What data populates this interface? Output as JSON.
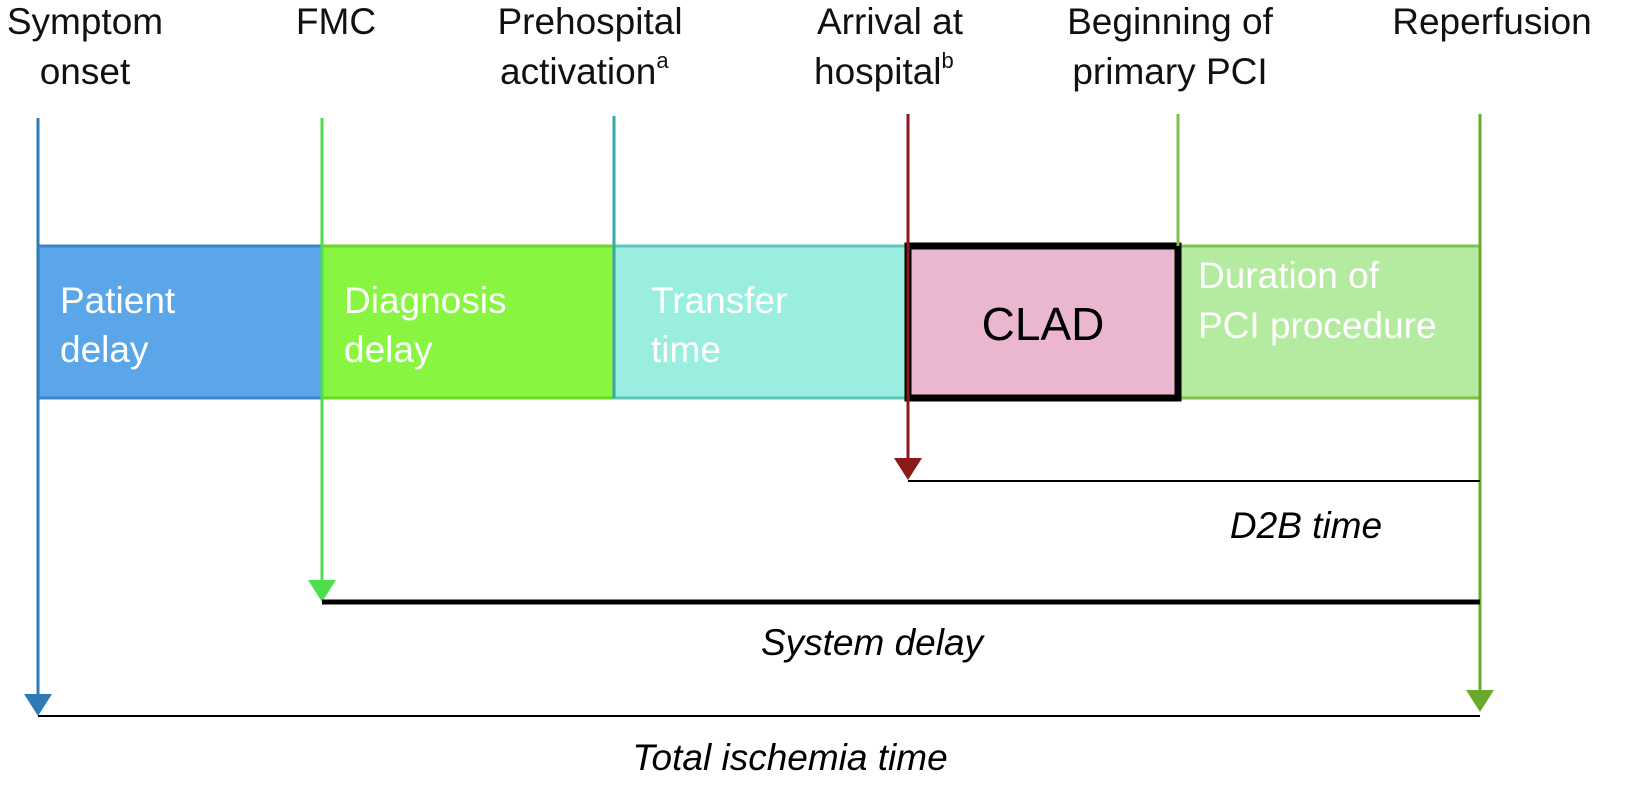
{
  "milestones": [
    {
      "id": "symptom-onset",
      "lines": [
        "Symptom",
        "onset"
      ],
      "sup": "",
      "color": "#2c7bb6"
    },
    {
      "id": "fmc",
      "lines": [
        "FMC"
      ],
      "sup": "",
      "color": "#4dde4d"
    },
    {
      "id": "prehospital-activation",
      "lines": [
        "Prehospital",
        "activation"
      ],
      "sup": "a",
      "color": "#3aa6a6"
    },
    {
      "id": "arrival-at-hospital",
      "lines": [
        "Arrival at",
        "hospital"
      ],
      "sup": "b",
      "color": "#8b1a1a"
    },
    {
      "id": "beginning-of-primary-pci",
      "lines": [
        "Beginning of",
        "primary PCI"
      ],
      "sup": "",
      "color": "#7cc24a"
    },
    {
      "id": "reperfusion",
      "lines": [
        "Reperfusion"
      ],
      "sup": "",
      "color": "#6aaa2a"
    }
  ],
  "segments": [
    {
      "id": "patient-delay",
      "lines": [
        "Patient",
        "delay"
      ],
      "fill": "#5aa6e8",
      "text_color": "#ffffff"
    },
    {
      "id": "diagnosis-delay",
      "lines": [
        "Diagnosis",
        "delay"
      ],
      "fill": "#88f540",
      "text_color": "#ffffff"
    },
    {
      "id": "transfer-time",
      "lines": [
        "Transfer",
        "time"
      ],
      "fill": "#99eee0",
      "text_color": "#ffffff"
    },
    {
      "id": "clad",
      "lines": [
        "CLAD"
      ],
      "fill": "#ebb6d0",
      "text_color": "#000000"
    },
    {
      "id": "duration-of-pci",
      "lines": [
        "Duration of",
        "PCI procedure"
      ],
      "fill": "#b4eba0",
      "text_color": "#ffffff"
    }
  ],
  "intervals": [
    {
      "id": "d2b-time",
      "label": "D2B time"
    },
    {
      "id": "system-delay",
      "label": "System delay"
    },
    {
      "id": "total-ischemia-time",
      "label": "Total ischemia time"
    }
  ]
}
